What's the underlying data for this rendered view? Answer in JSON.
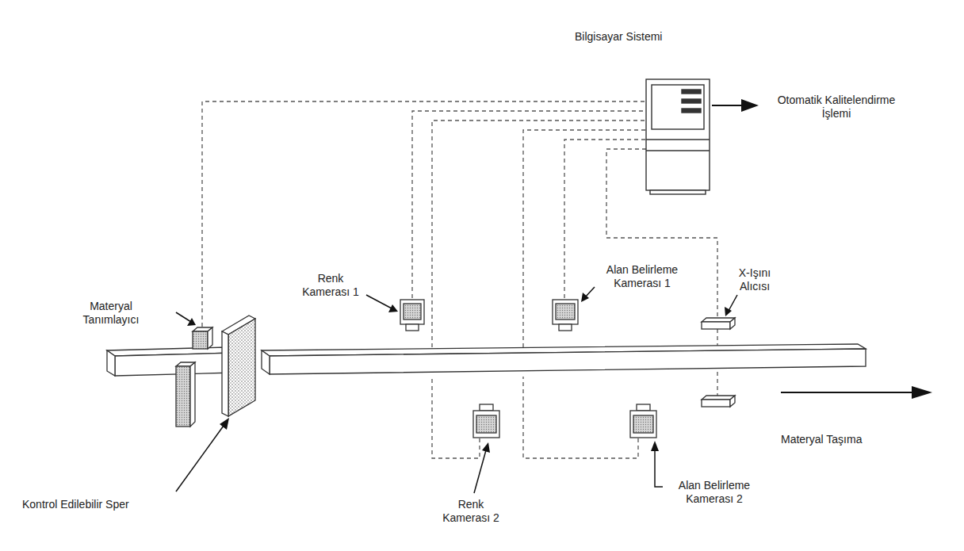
{
  "diagram": {
    "labels": [
      "Bilgisayar Sistemi",
      "Otomatik Kalitelendirme İşlemi",
      "Materyal Tanımlayıcı",
      "Renk Kamerası 1",
      "Alan Belirleme Kamerası 1",
      "X-Işını Alıcısı",
      "Kontrol Edilebilir Sper",
      "Renk Kamerası 2",
      "Alan Belirleme Kamerası 2",
      "Materyal Taşıma"
    ]
  }
}
